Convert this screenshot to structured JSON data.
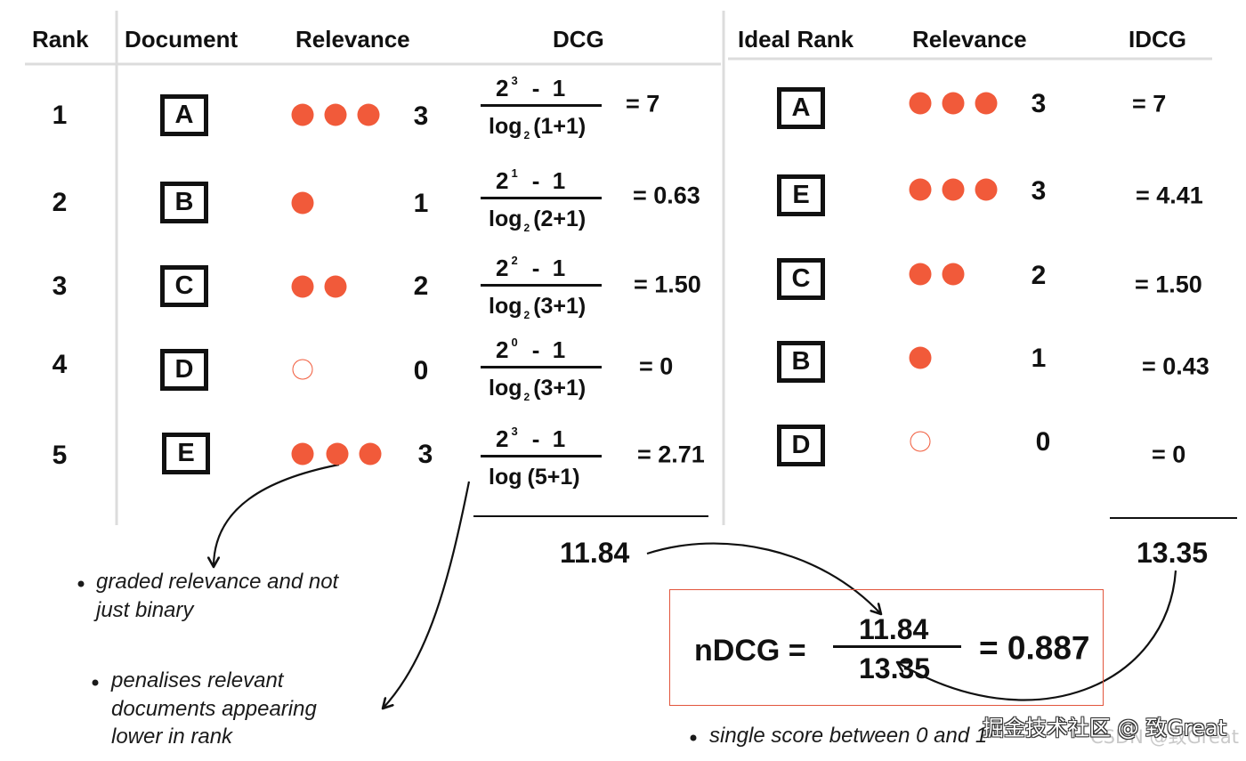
{
  "header": {
    "rank": "Rank",
    "document": "Document",
    "relevance": "Relevance",
    "dcg": "DCG",
    "ideal_rank": "Ideal Rank",
    "ideal_relevance": "Relevance",
    "idcg": "IDCG"
  },
  "dcg_rows": [
    {
      "rank": "1",
      "doc": "A",
      "relevance": "3",
      "dots": 3,
      "num": {
        "base": "2",
        "exp": "3",
        "tail": "-  1"
      },
      "den": {
        "log": "log",
        "sub": "2",
        "arg": "(1+1)"
      },
      "result": "= 7"
    },
    {
      "rank": "2",
      "doc": "B",
      "relevance": "1",
      "dots": 1,
      "num": {
        "base": "2",
        "exp": "1",
        "tail": "-  1"
      },
      "den": {
        "log": "log",
        "sub": "2",
        "arg": "(2+1)"
      },
      "result": "= 0.63"
    },
    {
      "rank": "3",
      "doc": "C",
      "relevance": "2",
      "dots": 2,
      "num": {
        "base": "2",
        "exp": "2",
        "tail": "-  1"
      },
      "den": {
        "log": "log",
        "sub": "2",
        "arg": "(3+1)"
      },
      "result": "= 1.50"
    },
    {
      "rank": "4",
      "doc": "D",
      "relevance": "0",
      "dots": 0,
      "num": {
        "base": "2",
        "exp": "0",
        "tail": "-  1"
      },
      "den": {
        "log": "log",
        "sub": "2",
        "arg": "(3+1)"
      },
      "result": "= 0"
    },
    {
      "rank": "5",
      "doc": "E",
      "relevance": "3",
      "dots": 3,
      "num": {
        "base": "2",
        "exp": "3",
        "tail": "-  1"
      },
      "den": {
        "log": "log",
        "sub": "",
        "arg": "(5+1)"
      },
      "result": "= 2.71"
    }
  ],
  "idcg_rows": [
    {
      "doc": "A",
      "relevance": "3",
      "dots": 3,
      "result": "= 7"
    },
    {
      "doc": "E",
      "relevance": "3",
      "dots": 3,
      "result": "= 4.41"
    },
    {
      "doc": "C",
      "relevance": "2",
      "dots": 2,
      "result": "= 1.50"
    },
    {
      "doc": "B",
      "relevance": "1",
      "dots": 1,
      "result": "= 0.43"
    },
    {
      "doc": "D",
      "relevance": "0",
      "dots": 0,
      "result": "= 0"
    }
  ],
  "totals": {
    "dcg": "11.84",
    "idcg": "13.35"
  },
  "ndcg": {
    "label": "nDCG =",
    "numerator": "11.84",
    "denominator": "13.35",
    "result": "= 0.887"
  },
  "notes": {
    "graded": [
      "graded relevance and not",
      "just binary"
    ],
    "penalises": [
      "penalises relevant",
      "documents appearing",
      "lower in rank"
    ],
    "single": [
      "single score between 0 and 1"
    ]
  },
  "watermark": {
    "juejin": "掘金技术社区 @ 致Great",
    "csdn": "CSDN @致Great"
  },
  "colors": {
    "accent": "#F15A3A",
    "ndcg_border": "#E2553C",
    "divider": "#DCDCDC",
    "ink": "#111111"
  }
}
